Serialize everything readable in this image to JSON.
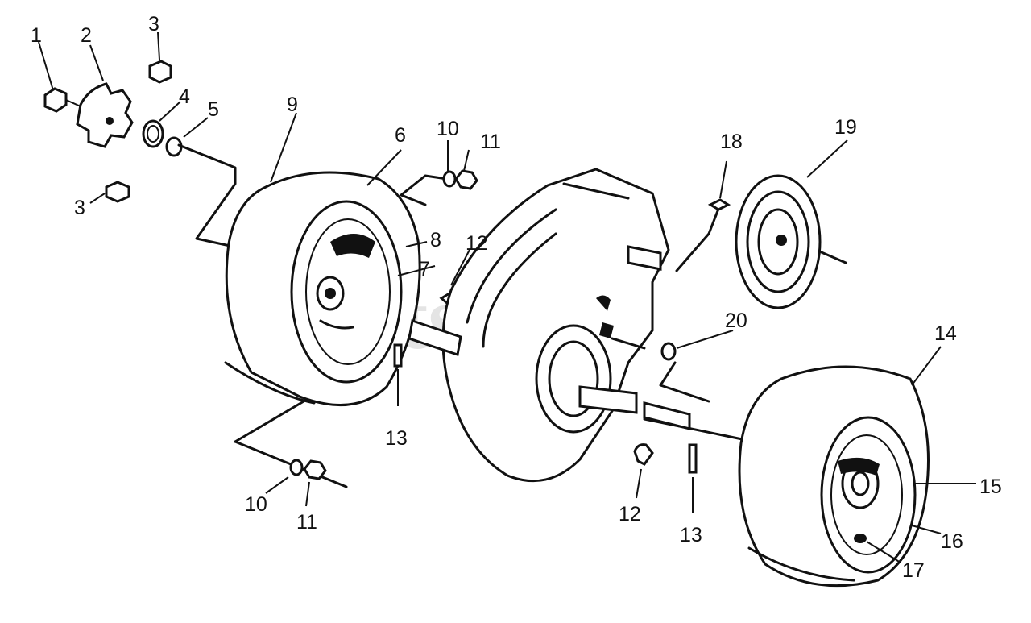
{
  "watermark": "PartsTree",
  "callouts": [
    "1",
    "2",
    "3",
    "3",
    "4",
    "5",
    "6",
    "7",
    "8",
    "9",
    "10",
    "10",
    "11",
    "11",
    "12",
    "12",
    "13",
    "13",
    "14",
    "15",
    "16",
    "17",
    "18",
    "19",
    "20"
  ]
}
